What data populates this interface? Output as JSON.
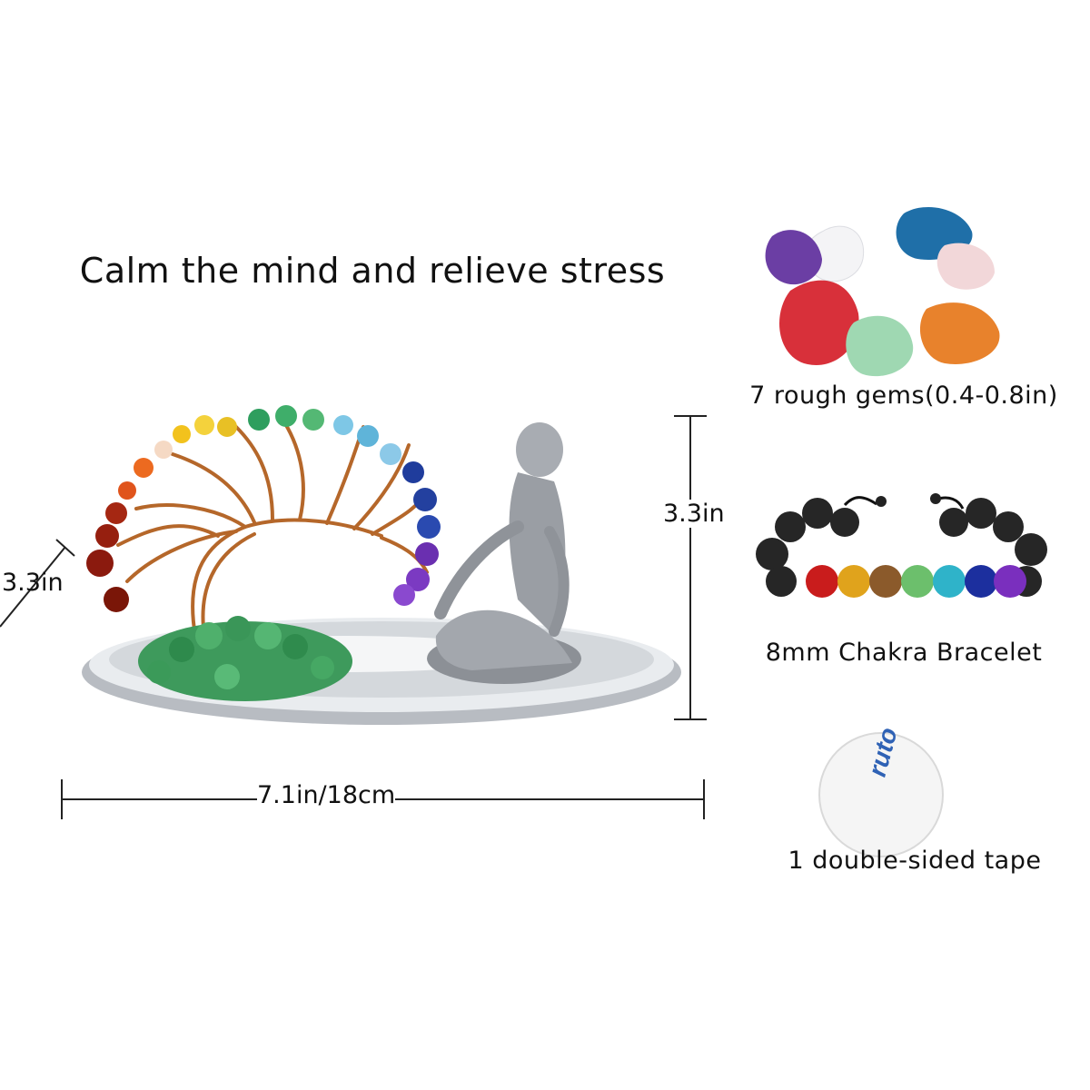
{
  "headline": "Calm the mind and relieve stress",
  "dimensions": {
    "width_label": "7.1in/18cm",
    "height_label": "3.3in",
    "depth_label": "3.3in"
  },
  "items": [
    {
      "caption": "7 rough gems(0.4-0.8in)"
    },
    {
      "caption": "8mm Chakra Bracelet"
    },
    {
      "caption": "1 double-sided tape"
    }
  ],
  "tape_print": "ruto",
  "colors": {
    "chakra": [
      "#8b1a0e",
      "#e0541c",
      "#f2c21d",
      "#2e9e5e",
      "#5fb4d9",
      "#1f3c9c",
      "#6a2fb0"
    ],
    "tray": "#c9cdd2",
    "figure": "#9a9ea4",
    "aventurine": "#3e9a5c"
  }
}
